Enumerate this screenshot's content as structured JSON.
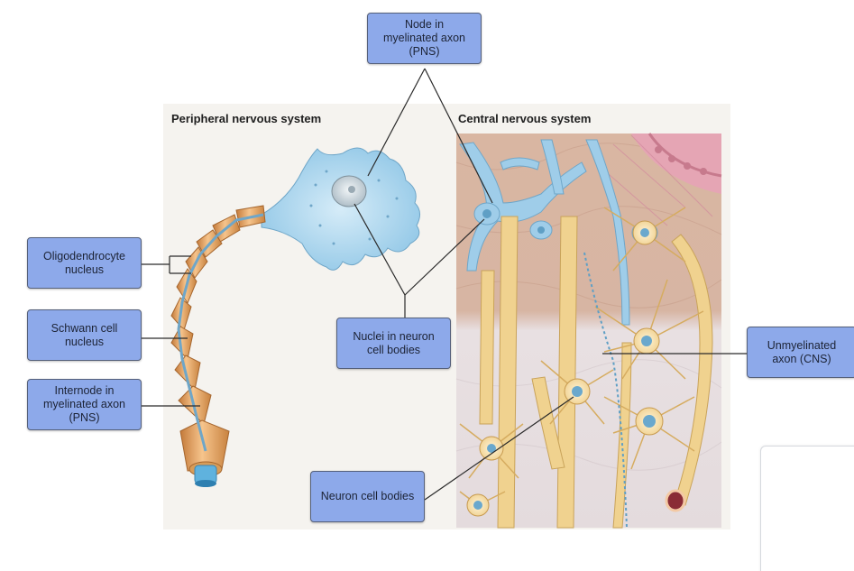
{
  "panels": {
    "pns_title": "Peripheral nervous system",
    "cns_title": "Central nervous system"
  },
  "labels": {
    "node_pns": "Node in\nmyelinated axon\n(PNS)",
    "oligodendrocyte": "Oligodendrocyte\nnucleus",
    "schwann": "Schwann cell\nnucleus",
    "internode": "Internode in\nmyelinated axon\n(PNS)",
    "nuclei_neuron": "Nuclei in neuron\ncell bodies",
    "unmyelinated": "Unmyelinated\naxon (CNS)",
    "neuron_bodies": "Neuron cell bodies"
  },
  "colors": {
    "label_fill": "#8da9ea",
    "myelin": "#e9a969",
    "axon_blue": "#8ec5e4",
    "neuron_blue": "#a8d4ee",
    "cns_bg_top": "#d8b8a6",
    "cns_bg_bottom": "#e6dde0"
  }
}
